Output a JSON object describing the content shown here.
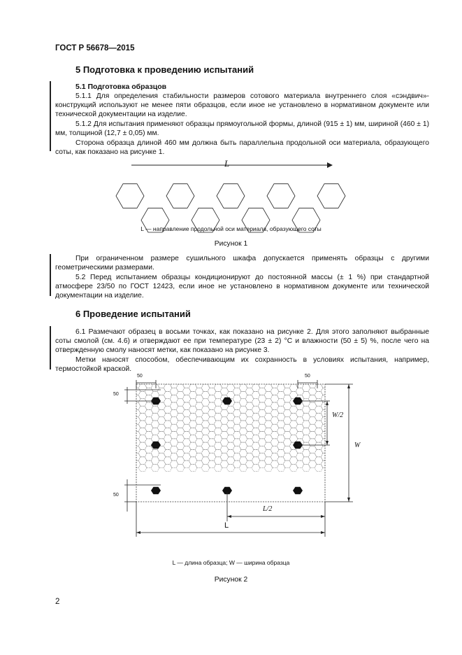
{
  "header": "ГОСТ Р 56678—2015",
  "section5": {
    "title": "5 Подготовка к проведению испытаний",
    "sub": "5.1 Подготовка образцов",
    "p1": "5.1.1 Для определения стабильности размеров сотового материала внутреннего слоя «сэндвич»-конструкций используют не менее пяти образцов, если иное не установлено в нормативном документе или технической документации на изделие.",
    "p2": "5.1.2 Для испытания применяют образцы прямоугольной формы, длиной (915 ± 1) мм, шириной (460 ± 1) мм, толщиной (12,7 ± 0,05) мм.",
    "p3": "Сторона образца длиной 460 мм должна быть параллельна продольной оси материала, образующего соты, как показано на рисунке 1.",
    "p4": "При ограниченном размере сушильного шкафа допускается применять образцы с другими геометрическими размерами.",
    "p5": "5.2 Перед испытанием образцы кондиционируют до постоянной массы (± 1 %) при стандартной атмосфере 23/50 по ГОСТ 12423, если иное не установлено в нормативном документе или технической документации на изделие."
  },
  "figure1": {
    "arrow_label": "L",
    "legend": "L — направление продольной оси материала, образующего соты",
    "caption": "Рисунок 1"
  },
  "section6": {
    "title": "6 Проведение испытаний",
    "p1": "6.1 Размечают образец в восьми точках, как показано на рисунке 2. Для этого заполняют выбранные соты смолой (см. 4.6) и отверждают ее при температуре (23 ± 2) °С и влажности (50 ± 5) %, после чего на отвержденную смолу наносят метки, как показано на рисунке 3.",
    "p2": "Метки наносят способом, обеспечивающим их сохранность в условиях испытания, например, термостойкой краской."
  },
  "figure2": {
    "dim_50": "50",
    "label_w_half": "W/2",
    "label_w": "W",
    "label_l_half": "L/2",
    "label_l": "L",
    "legend": "L — длина образца; W — ширина образца",
    "caption": "Рисунок 2"
  },
  "page_number": "2"
}
